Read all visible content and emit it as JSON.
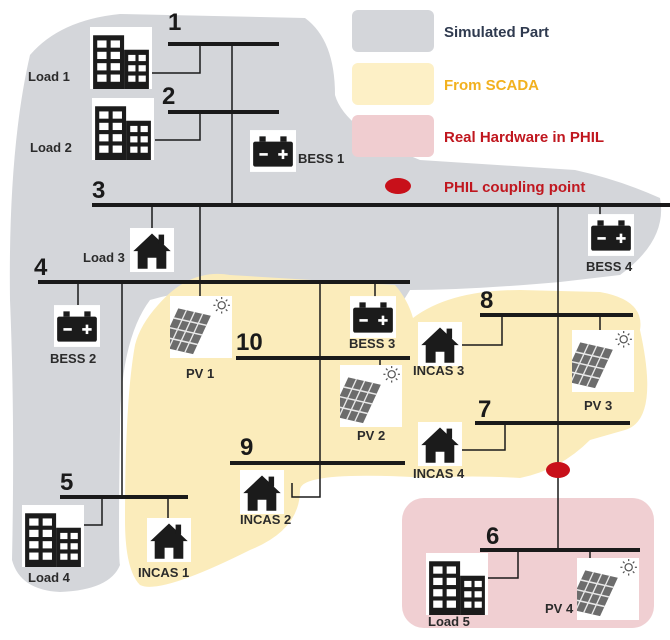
{
  "legend": {
    "simulated": {
      "label": "Simulated Part",
      "swatch": "#d4d6da",
      "text_color": "#2f3a4f"
    },
    "scada": {
      "label": "From SCADA",
      "swatch": "#fdf0c6",
      "text_color": "#f2b11f"
    },
    "hardware": {
      "label": "Real Hardware in PHIL",
      "swatch": "#f0cdd0",
      "text_color": "#c0171f"
    },
    "coupling": {
      "label": "PHIL coupling point",
      "marker": "#c8101a",
      "text_color": "#c0171f"
    }
  },
  "regions": {
    "simulated": "#d4d6da",
    "scada": "#fbecbb",
    "hardware": "#f0cfd2"
  },
  "buses": {
    "b1": "1",
    "b2": "2",
    "b3": "3",
    "b4": "4",
    "b5": "5",
    "b6": "6",
    "b7": "7",
    "b8": "8",
    "b9": "9",
    "b10": "10"
  },
  "labels": {
    "load1": "Load 1",
    "load2": "Load 2",
    "load3": "Load 3",
    "load4": "Load 4",
    "load5": "Load 5",
    "bess1": "BESS 1",
    "bess2": "BESS 2",
    "bess3": "BESS 3",
    "bess4": "BESS 4",
    "pv1": "PV 1",
    "pv2": "PV 2",
    "pv3": "PV 3",
    "pv4": "PV 4",
    "incas1": "INCAS 1",
    "incas2": "INCAS 2",
    "incas3": "INCAS 3",
    "incas4": "INCAS 4"
  },
  "icons": {
    "building": "office-building-icon",
    "house": "house-icon",
    "battery": "battery-icon",
    "solar": "solar-panel-icon"
  }
}
